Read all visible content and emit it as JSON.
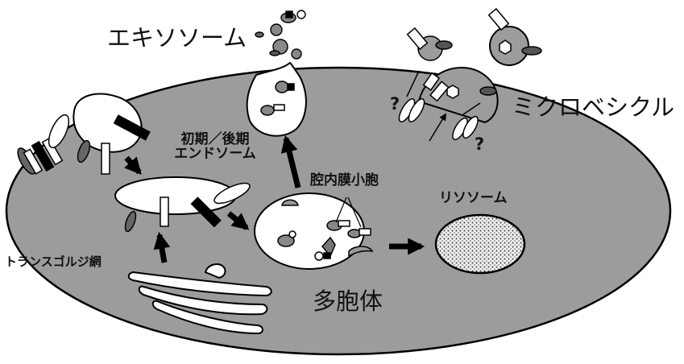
{
  "labels": {
    "exosome": "エキソソーム",
    "microvesicle": "ミクロベシクル",
    "endosome_line1": "初期／後期",
    "endosome_line2": "エンドソーム",
    "intraluminal_vesicle": "腔内膜小胞",
    "lysosome": "リソソーム",
    "trans_golgi": "トランスゴルジ網",
    "mvb": "多胞体",
    "question_1": "?",
    "question_2": "?"
  }
}
